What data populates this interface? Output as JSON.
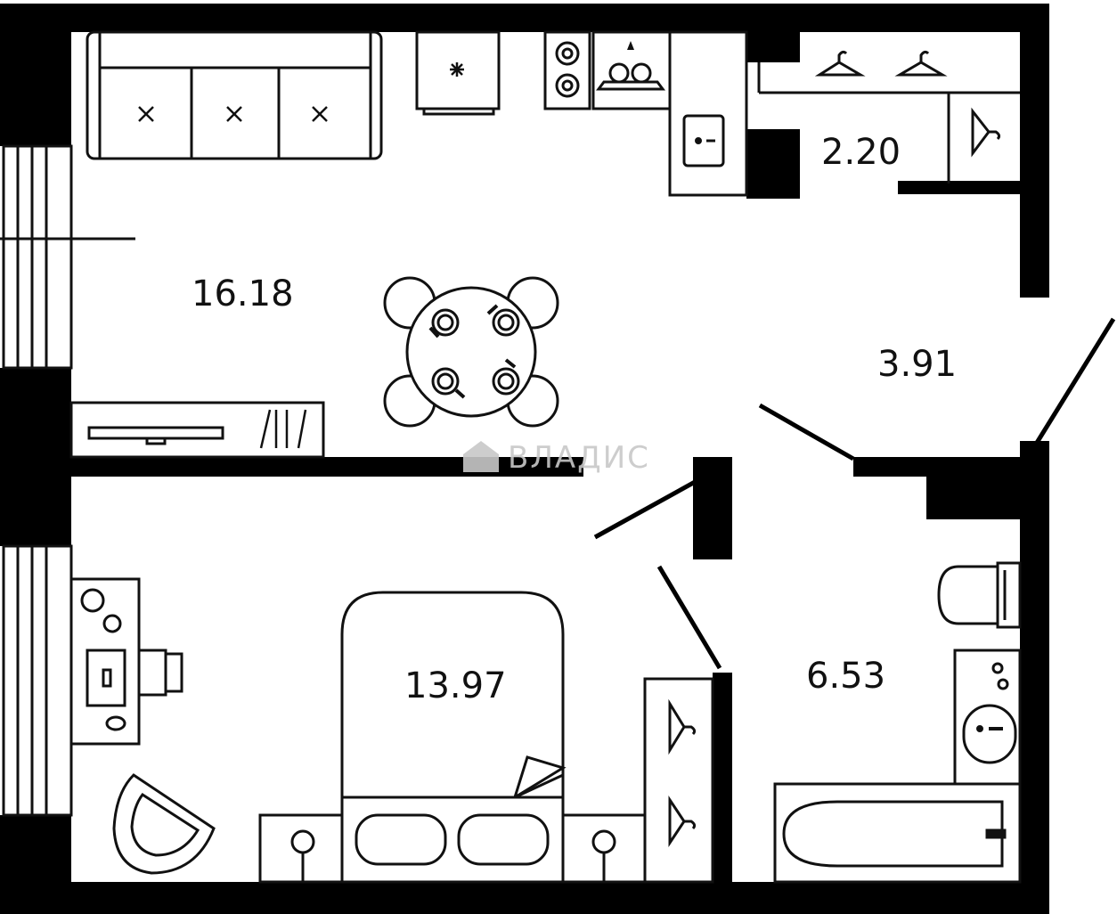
{
  "colors": {
    "wall": "#000000",
    "line": "#111111",
    "background": "#ffffff",
    "watermark": "#c8c8c8"
  },
  "rooms": [
    {
      "id": "living-kitchen",
      "area": "16.18"
    },
    {
      "id": "wardrobe",
      "area": "2.20"
    },
    {
      "id": "hallway",
      "area": "3.91"
    },
    {
      "id": "bedroom",
      "area": "13.97"
    },
    {
      "id": "bathroom",
      "area": "6.53"
    }
  ],
  "watermark": {
    "text": "ВЛАДИС"
  },
  "icons": [
    "sofa-icon",
    "fridge-icon",
    "cooktop-icon",
    "sink-icon",
    "kitchen-sink-icon",
    "dining-table-icon",
    "tv-icon",
    "tv-stand-icon",
    "hanger-icon",
    "desk-icon",
    "office-chair-icon",
    "armchair-icon",
    "bed-icon",
    "pillow-icon",
    "nightstand-icon",
    "lamp-icon",
    "toilet-icon",
    "washbasin-icon",
    "bathtub-icon",
    "window-icon",
    "door-icon"
  ]
}
